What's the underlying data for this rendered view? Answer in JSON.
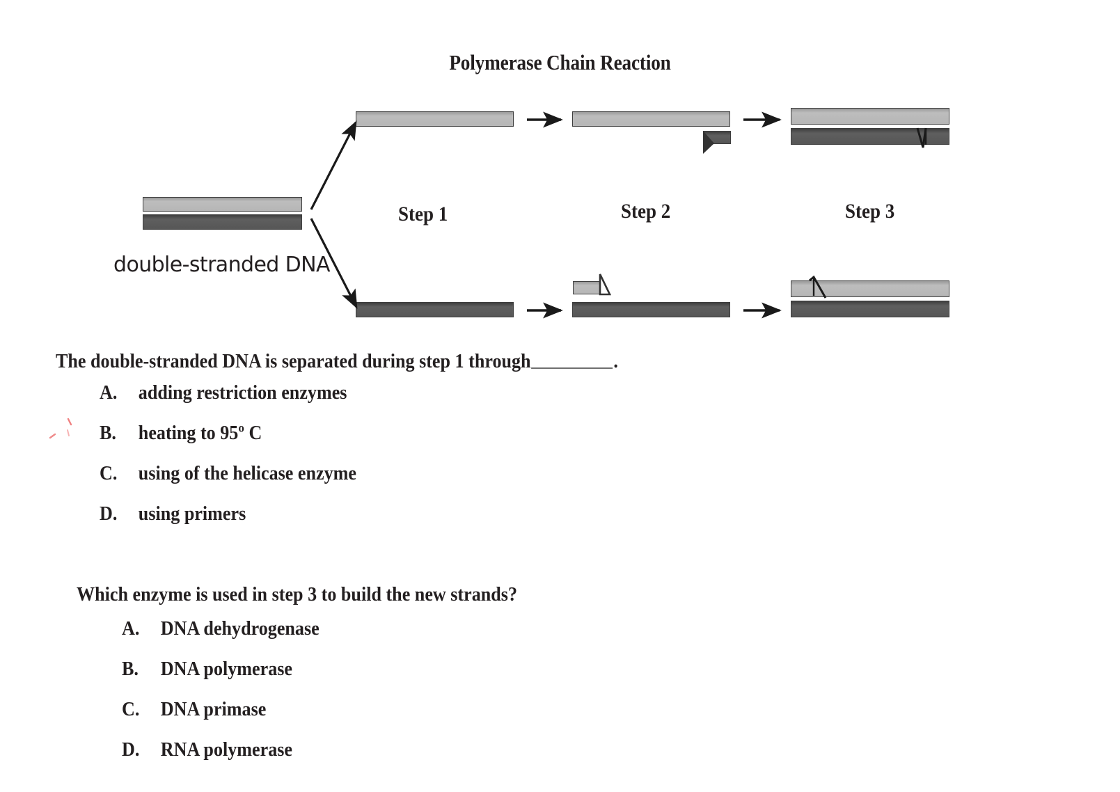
{
  "figure": {
    "title": "Polymerase Chain Reaction",
    "ds_label": "double-stranded DNA",
    "steps": [
      {
        "label": "Step 1"
      },
      {
        "label": "Step 2"
      },
      {
        "label": "Step 3"
      }
    ],
    "colors": {
      "light_strand": "#b6b6b6",
      "dark_strand": "#565656",
      "outline": "#3d3d3d",
      "ink_annotation": "#e8huh"
    }
  },
  "questions": [
    {
      "stem_before_blank": "The double-stranded DNA is separated during step 1 through",
      "stem_after_blank": ".",
      "options": [
        {
          "letter": "A.",
          "text": "adding restriction enzymes"
        },
        {
          "letter": "B.",
          "text": "heating to 95º C"
        },
        {
          "letter": "C.",
          "text": "using of the helicase enzyme"
        },
        {
          "letter": "D.",
          "text": "using primers"
        }
      ]
    },
    {
      "stem": "Which enzyme is used in step 3 to build the new strands?",
      "options": [
        {
          "letter": "A.",
          "text": "DNA dehydrogenase"
        },
        {
          "letter": "B.",
          "text": "DNA polymerase"
        },
        {
          "letter": "C.",
          "text": "DNA primase"
        },
        {
          "letter": "D.",
          "text": "RNA polymerase"
        }
      ]
    }
  ]
}
